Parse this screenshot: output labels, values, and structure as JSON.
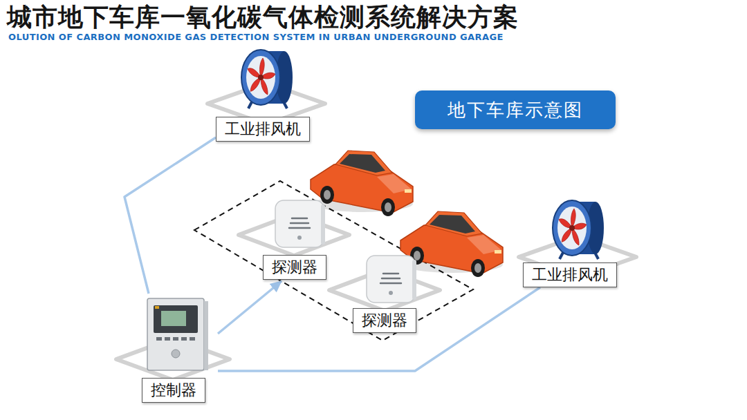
{
  "diagram": {
    "title": "城市地下车库一氧化碳气体检测系统解决方案",
    "nodes": [
      {
        "text": [
          "工业排风机"
        ]
      },
      {
        "text": [
          "地下车库示意图"
        ]
      },
      {
        "text": [
          "探测器"
        ]
      },
      {
        "text": [
          "工业排风机"
        ]
      },
      {
        "text": [
          "探测器"
        ]
      },
      {
        "text": [
          "控制器"
        ]
      }
    ],
    "edges": [
      {
        "from": 5,
        "to": 0,
        "arrow": "none"
      },
      {
        "from": 5,
        "to": 2,
        "arrow": "to"
      },
      {
        "from": 5,
        "to": 3,
        "arrow": "none"
      }
    ],
    "labels": [
      "OLUTION OF CARBON MONOXIDE GAS DETECTION SYSTEM IN URBAN UNDERGROUND GARAGE"
    ]
  }
}
